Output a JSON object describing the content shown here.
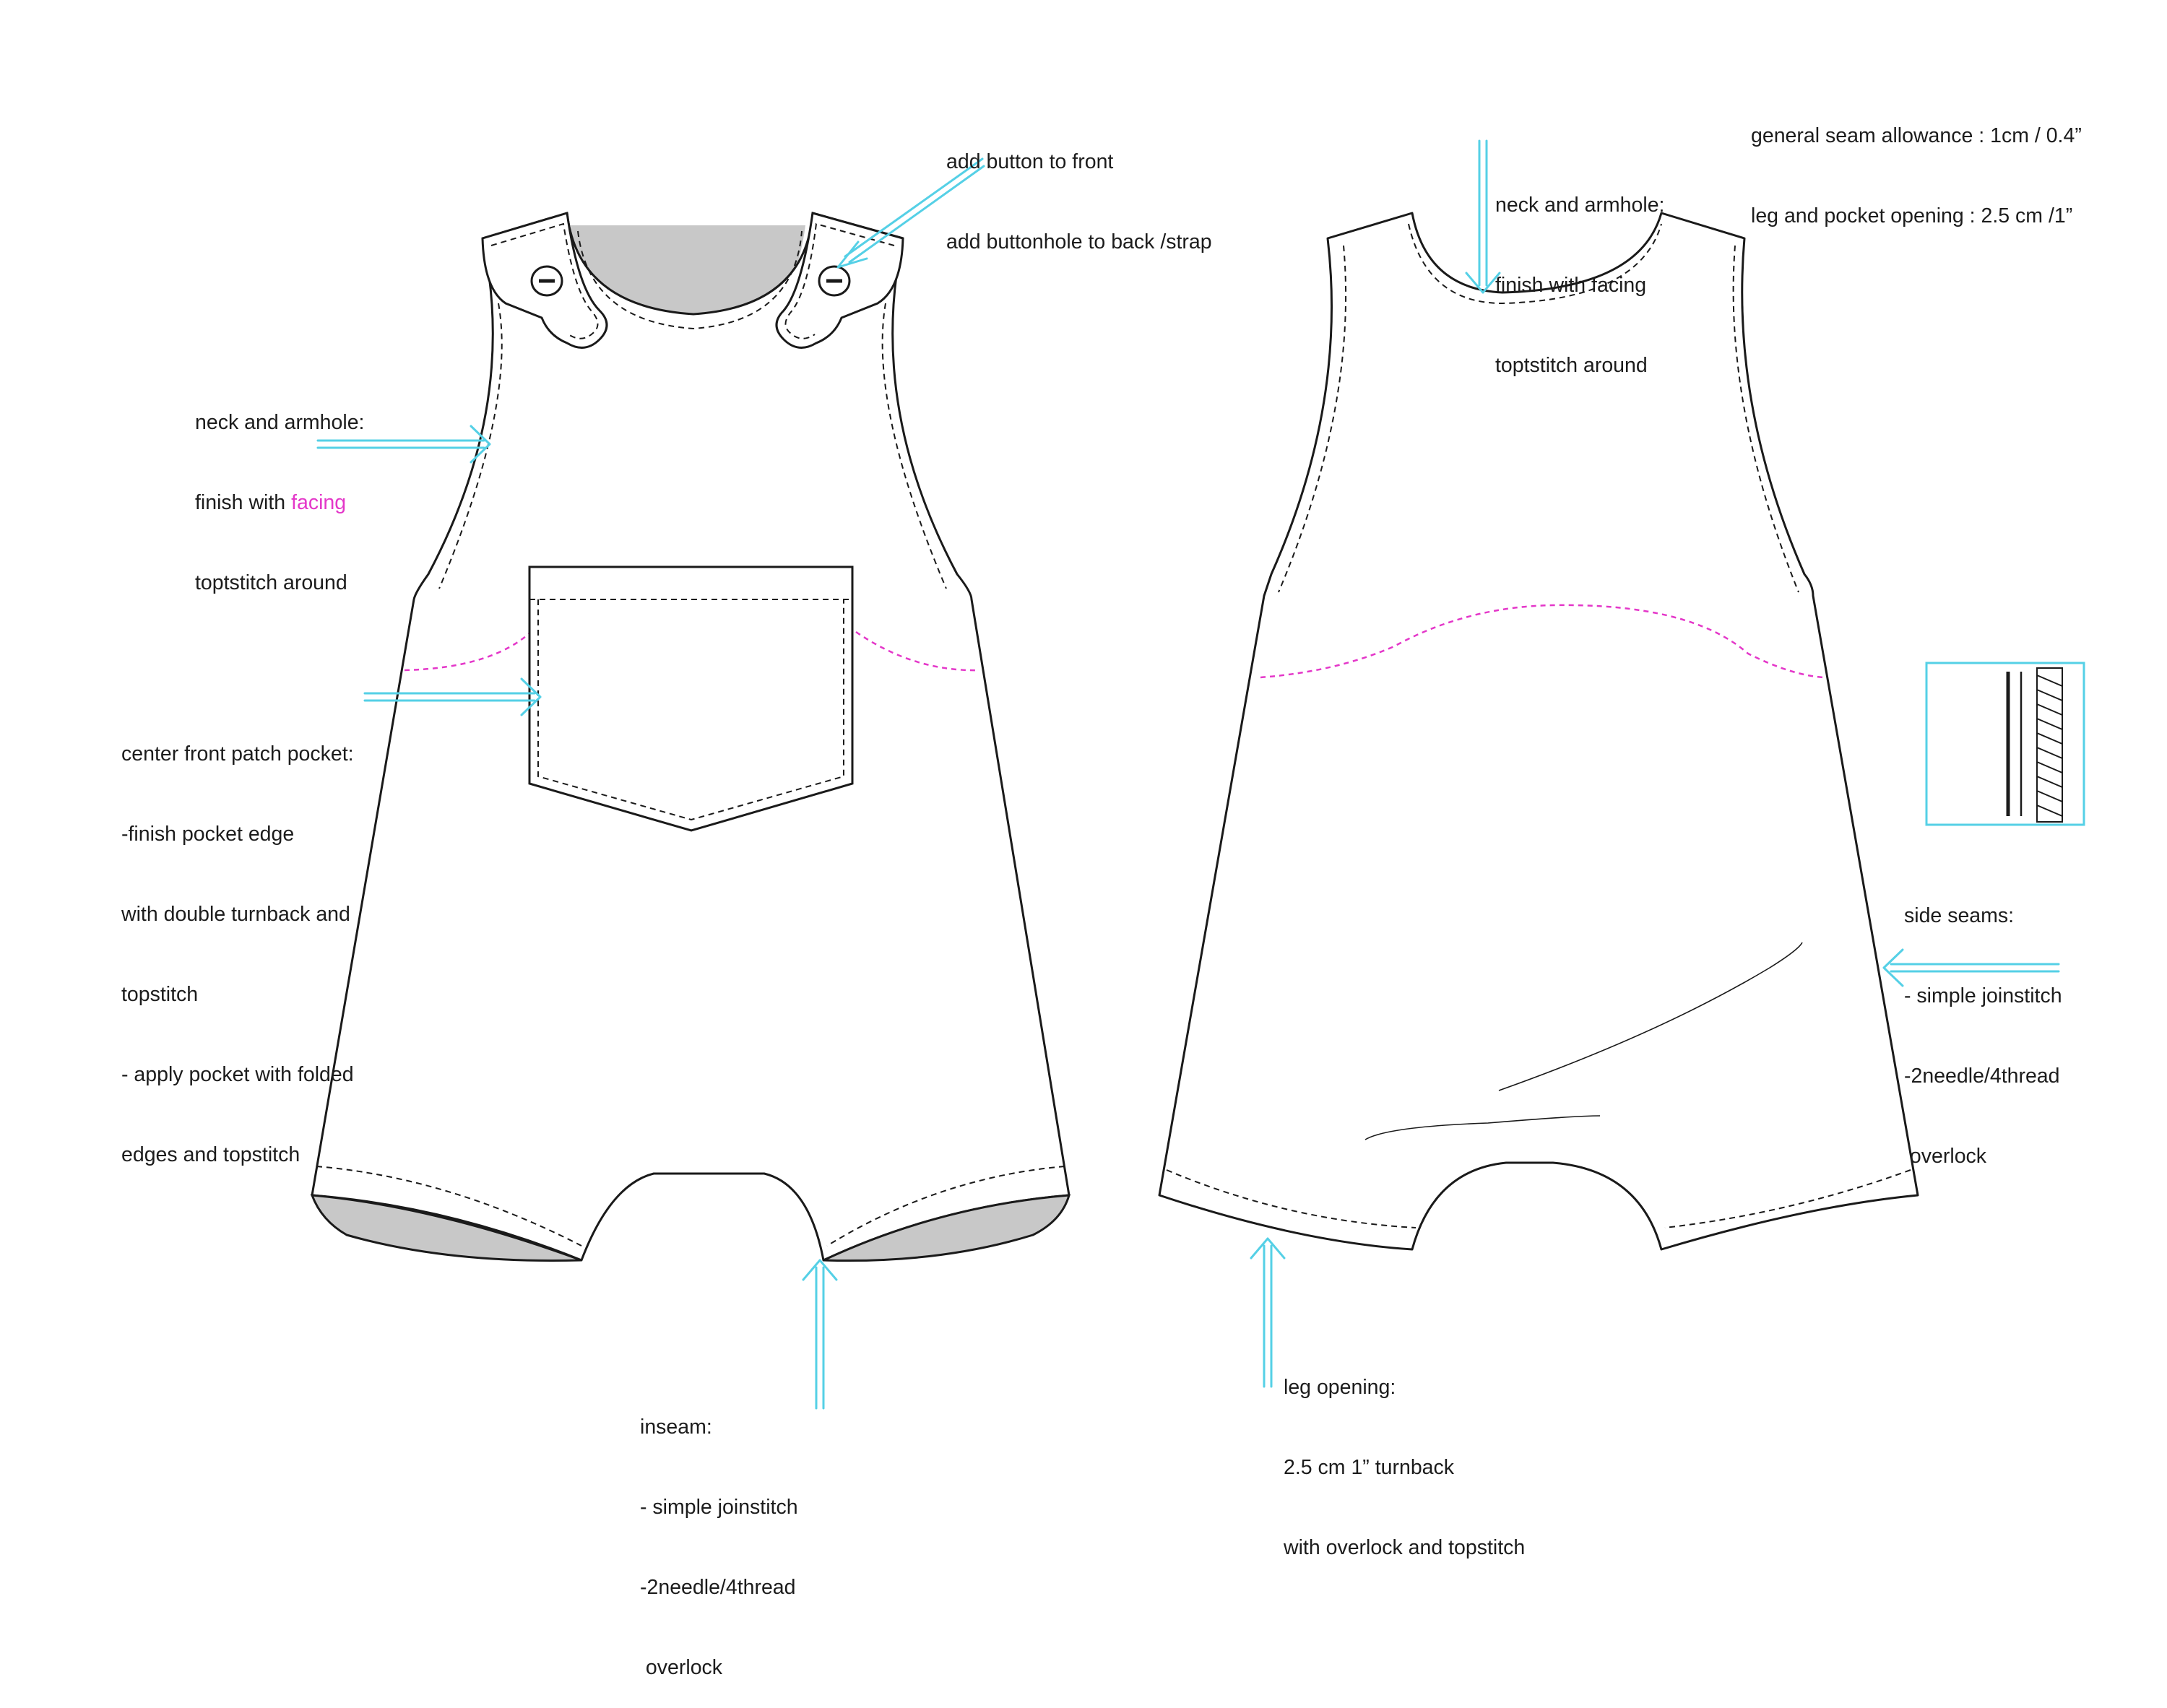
{
  "colors": {
    "outline": "#1a1a1a",
    "arrow": "#55d0e6",
    "highlight": "#e437c9",
    "lining": "#c8c8c8",
    "text": "#1c1c1c"
  },
  "labels": {
    "seam_allowance": {
      "line1": "general seam allowance : 1cm / 0.4”",
      "line2": "leg and pocket opening : 2.5 cm /1”"
    },
    "button": {
      "line1": "add button to front",
      "line2": "add buttonhole to back /strap"
    },
    "neck_front": {
      "line1": "neck and armhole:",
      "line2_prefix": "finish with ",
      "line2_highlight": "facing",
      "line3": "toptstitch around"
    },
    "neck_back": {
      "line1": "neck and armhole:",
      "line2": "finish with facing",
      "line3": "toptstitch around"
    },
    "pocket": {
      "line1": "center front patch pocket:",
      "line2": "-finish pocket edge",
      "line3": "with double turnback and",
      "line4": "topstitch",
      "line5": "- apply pocket with folded",
      "line6": "edges and topstitch"
    },
    "side_seams": {
      "line1": "side seams:",
      "line2": "- simple joinstitch",
      "line3": "-2needle/4thread",
      "line4": " overlock"
    },
    "inseam": {
      "line1": "inseam:",
      "line2": "- simple joinstitch",
      "line3": "-2needle/4thread",
      "line4": " overlock"
    },
    "leg_opening": {
      "line1": "leg opening:",
      "line2": "2.5 cm 1” turnback",
      "line3": "with overlock and topstitch"
    }
  },
  "icons": {
    "button_left": "button-icon",
    "button_right": "button-icon",
    "overlock_detail": "overlock-stitch-icon"
  }
}
